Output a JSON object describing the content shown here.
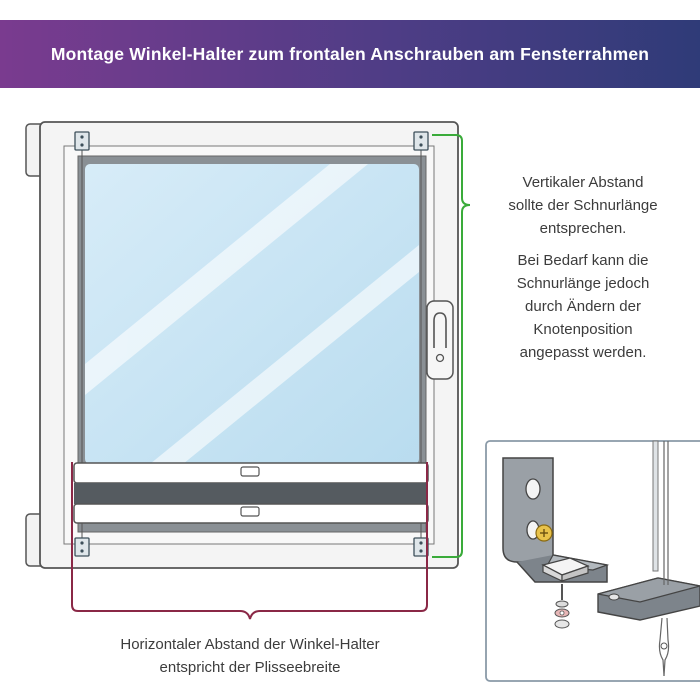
{
  "header": {
    "title": "Montage Winkel-Halter zum frontalen Anschrauben am Fensterrahmen"
  },
  "vertical_note": {
    "lines": [
      "Vertikaler Abstand",
      "sollte der Schnurlänge",
      "entsprechen."
    ]
  },
  "adjust_note": {
    "lines": [
      "Bei Bedarf kann die",
      "Schnurlänge jedoch",
      "durch Ändern der",
      "Knotenposition",
      "angepasst werden."
    ]
  },
  "horizontal_note": {
    "lines": [
      "Horizontaler Abstand der Winkel-Halter",
      "entspricht der Plisseebreite"
    ]
  },
  "colors": {
    "bracket_accent": "#3aab3a",
    "spacing_accent": "#8a2846",
    "banner_start": "#7a3b8f",
    "banner_end": "#2f3b78"
  },
  "icons": [
    "angle-bracket-icon",
    "window-handle-icon",
    "screw-icon"
  ]
}
